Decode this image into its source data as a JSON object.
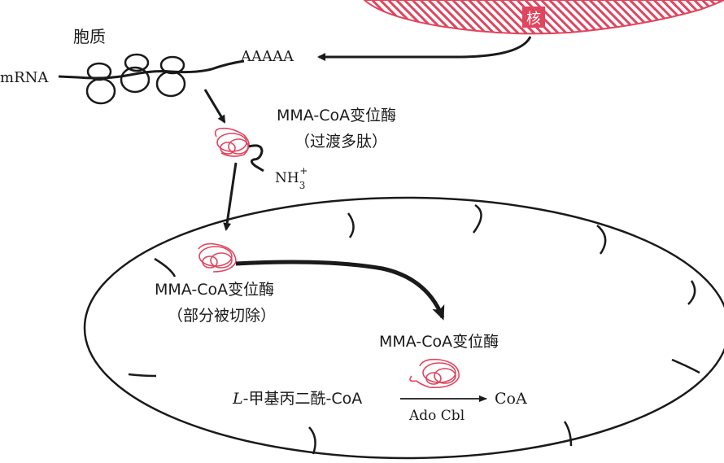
{
  "nucleus": {
    "label": "核",
    "fill_color": "#e0455f"
  },
  "cytoplasm": {
    "label": "胞质"
  },
  "mrna": {
    "label": "mRNA",
    "polya": "AAAAA"
  },
  "precursor": {
    "name": "MMA-CoA变位酶",
    "note": "（过渡多肽）",
    "nterm": "NH",
    "nterm_sup": "+",
    "nterm_sub": "3"
  },
  "import": {
    "name": "MMA-CoA变位酶",
    "note": "（部分被切除）"
  },
  "mature": {
    "name": "MMA-CoA变位酶"
  },
  "reaction": {
    "substrate_prefix": "L",
    "substrate_rest": "-甲基丙二酰-CoA",
    "product": "CoA",
    "cofactor": "Ado Cbl"
  },
  "colors": {
    "protein": "#e0455f",
    "ink": "#1a1a1a"
  }
}
